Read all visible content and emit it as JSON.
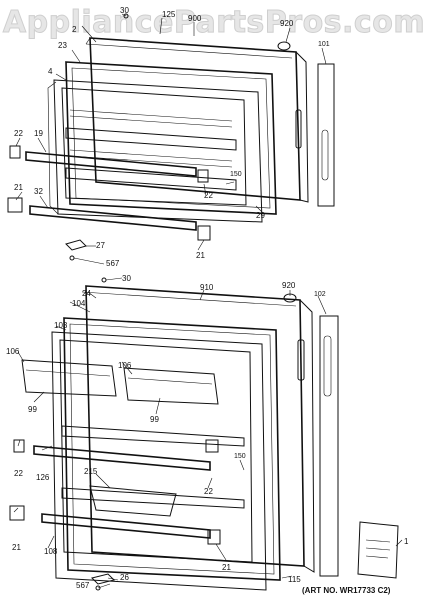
{
  "watermark": "AppliancePartsPros.com",
  "art_number": "(ART NO. WR17733 C2)",
  "callouts": {
    "c30a": "30",
    "c125": "125",
    "c900": "900",
    "c2": "2",
    "c920a": "920",
    "c101": "101",
    "c23": "23",
    "c4": "4",
    "c22a": "22",
    "c19": "19",
    "c21a": "21",
    "c32": "32",
    "c150a": "150",
    "c22b": "22",
    "c29": "29",
    "c21b": "21",
    "c27": "27",
    "c567a": "567",
    "c30b": "30",
    "c104": "104",
    "c24": "24",
    "c910": "910",
    "c920b": "920",
    "c102": "102",
    "c103": "103",
    "c106a": "106",
    "c106b": "106",
    "c99a": "99",
    "c99b": "99",
    "c22c": "22",
    "c126": "126",
    "c215": "215",
    "c150b": "150",
    "c22d": "22",
    "c21c": "21",
    "c108": "108",
    "c21d": "21",
    "c115": "115",
    "c26": "26",
    "c567b": "567",
    "c1": "1"
  }
}
